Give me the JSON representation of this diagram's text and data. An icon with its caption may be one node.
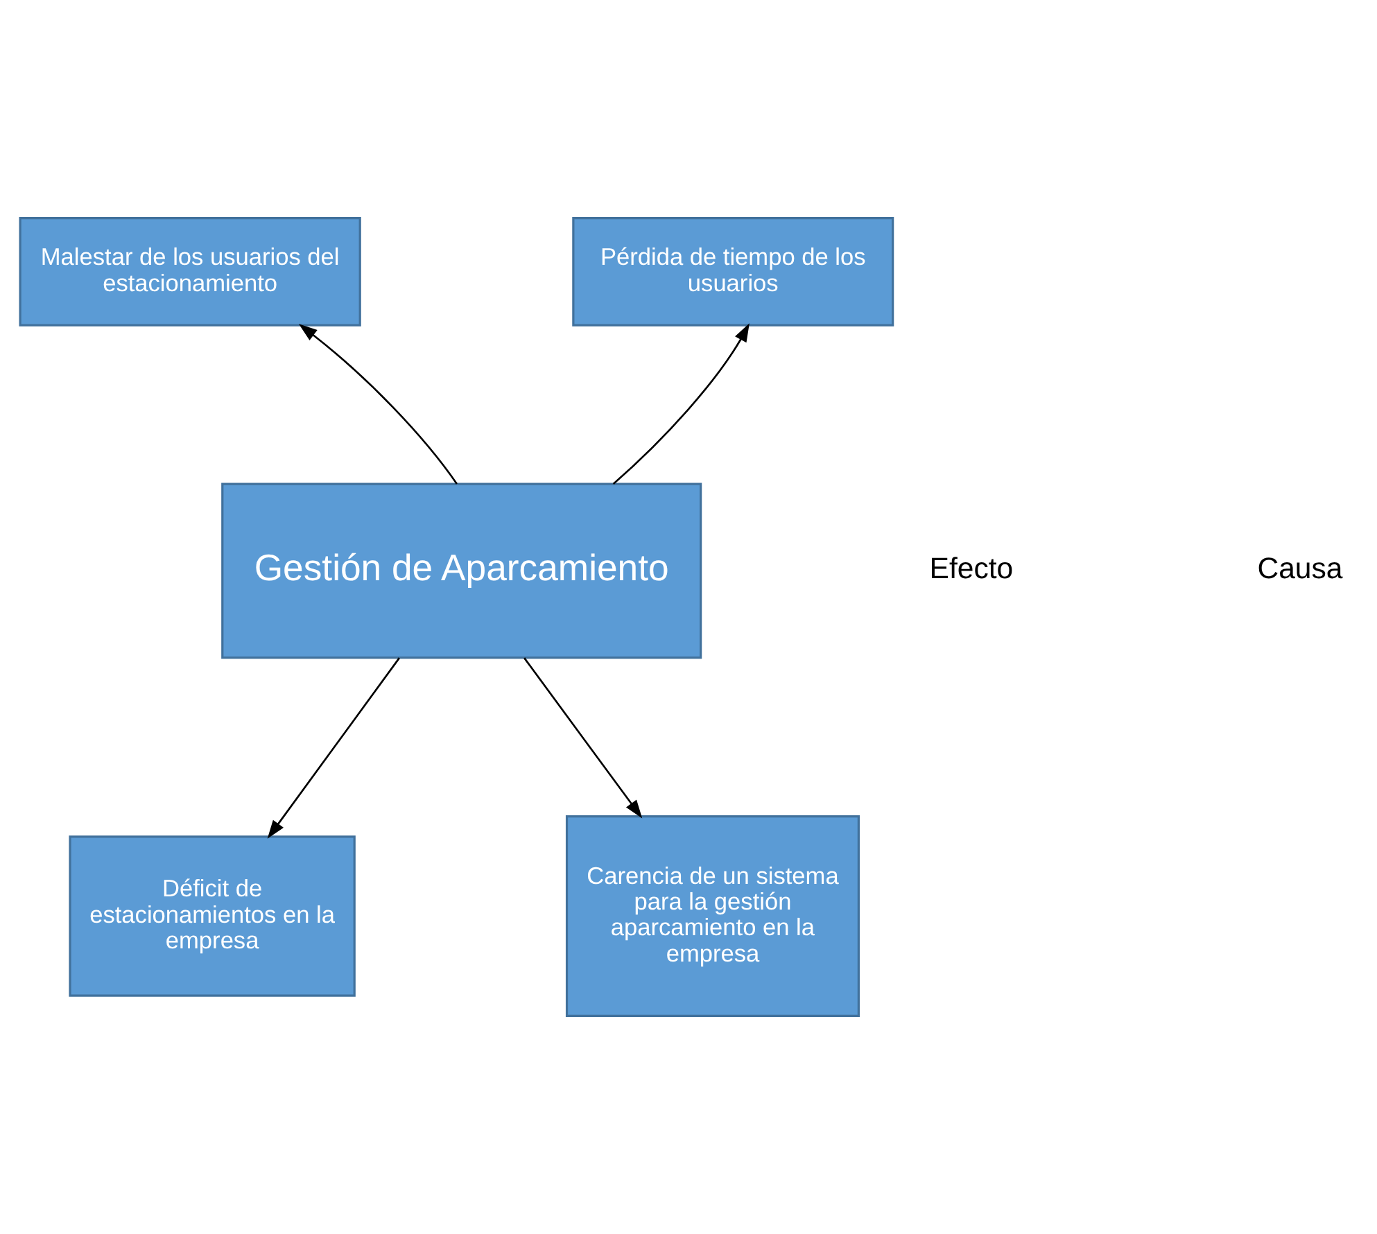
{
  "diagram": {
    "nodes": [
      {
        "text": [
          "Malestar de los usuarios del estacionamiento"
        ]
      },
      {
        "text": [
          "Pérdida de tiempo de los usuarios"
        ]
      },
      {
        "text": [
          "Gestión de Aparcamiento"
        ]
      },
      {
        "text": [
          "Déficit de estacionamientos en la empresa"
        ]
      },
      {
        "text": [
          "Carencia de un sistema para la gestión aparcamiento en la empresa"
        ]
      }
    ],
    "edges": [
      {
        "from": 2,
        "to": 0,
        "arrow": "to"
      },
      {
        "from": 2,
        "to": 1,
        "arrow": "to"
      },
      {
        "from": 2,
        "to": 3,
        "arrow": "to"
      },
      {
        "from": 2,
        "to": 4,
        "arrow": "to"
      }
    ],
    "labels": [
      "Efecto",
      "Causa"
    ]
  }
}
